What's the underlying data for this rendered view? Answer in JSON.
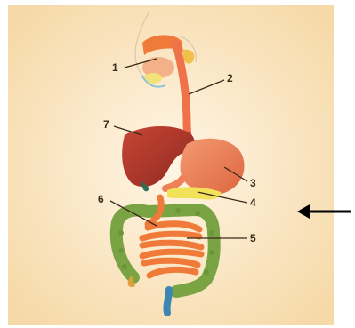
{
  "diagram": {
    "labels": [
      {
        "id": "label-1",
        "text": "1"
      },
      {
        "id": "label-2",
        "text": "2"
      },
      {
        "id": "label-3",
        "text": "3"
      },
      {
        "id": "label-4",
        "text": "4"
      },
      {
        "id": "label-5",
        "text": "5"
      },
      {
        "id": "label-6",
        "text": "6"
      },
      {
        "id": "label-7",
        "text": "7"
      }
    ],
    "colors": {
      "panel": "#fbe6c2",
      "esophagus": "#f0724a",
      "stomach": "#ee8158",
      "liver": "#b83a2c",
      "pancreas": "#f2e25a",
      "large-intestine": "#7aa443",
      "small-intestine": "#f07a3a",
      "rectum": "#3d86b4",
      "leader-line": "#3a2a1a",
      "arrow": "#000000"
    }
  }
}
